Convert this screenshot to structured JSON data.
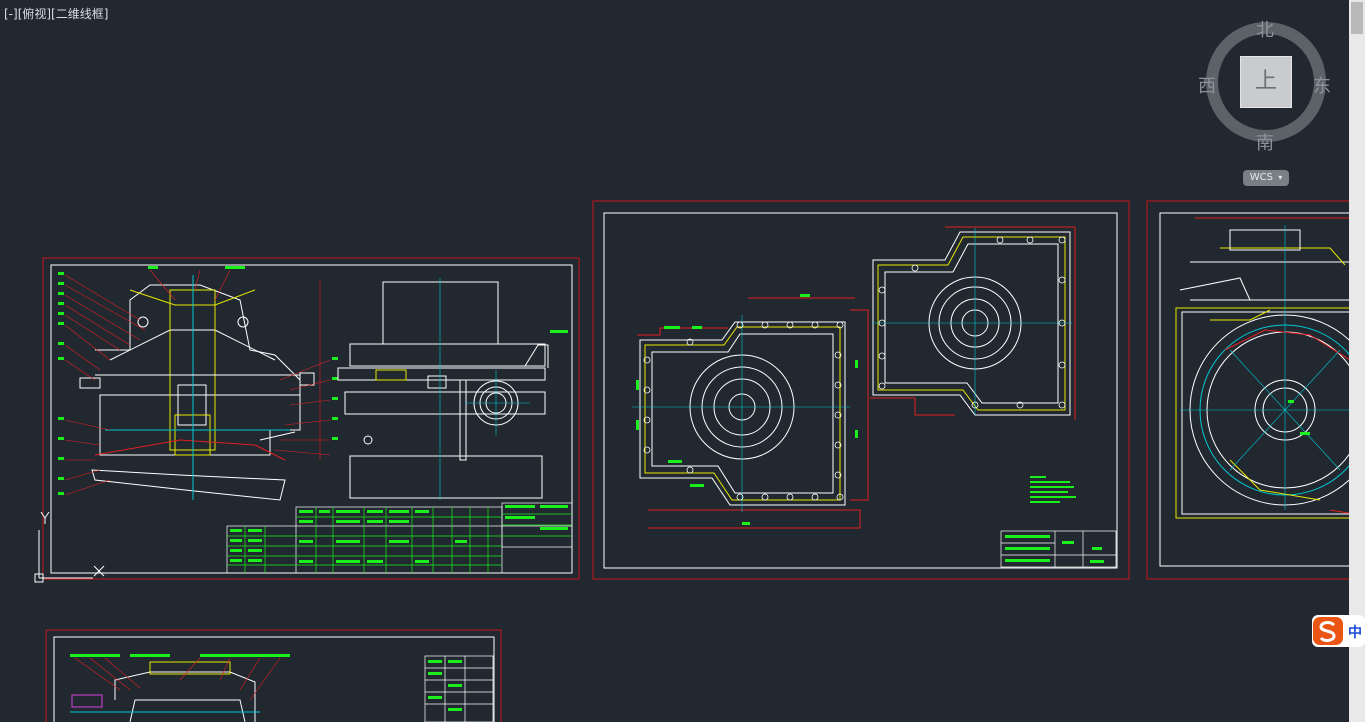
{
  "viewport": {
    "label": "[-][俯视][二维线框]"
  },
  "viewcube": {
    "north": "北",
    "south": "南",
    "east": "东",
    "west": "西",
    "face": "上",
    "wcs_label": "WCS"
  },
  "ime": {
    "label": "中"
  },
  "colors": {
    "background": "#212830",
    "sheet_border": "#c8141a",
    "line_white": "#ffffff",
    "line_green": "#1cf01c",
    "line_cyan": "#00c8d2",
    "line_yellow": "#e8e800",
    "line_red": "#e02020",
    "line_magenta": "#e040e0"
  },
  "icons": {
    "ucs": "ucs-axis-icon",
    "ime": "sogou-ime-icon",
    "wcs": "wcs-menu-icon"
  }
}
